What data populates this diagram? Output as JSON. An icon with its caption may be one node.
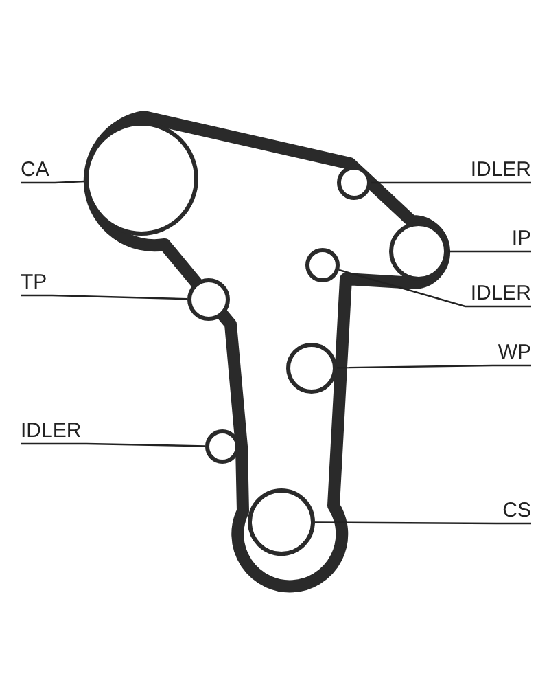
{
  "diagram": {
    "nodes": [
      {
        "text": [
          "CA"
        ]
      },
      {
        "text": [],
        "shape": "circle"
      },
      {
        "text": [
          "IDLER"
        ]
      },
      {
        "text": [],
        "shape": "circle"
      },
      {
        "text": [
          "IP"
        ]
      },
      {
        "text": [],
        "shape": "circle"
      },
      {
        "text": [
          "TP"
        ]
      },
      {
        "text": [],
        "shape": "circle"
      },
      {
        "text": [
          "IDLER"
        ]
      },
      {
        "text": [],
        "shape": "circle"
      },
      {
        "text": [
          "WP"
        ]
      },
      {
        "text": [],
        "shape": "circle"
      },
      {
        "text": [
          "IDLER"
        ]
      },
      {
        "text": [],
        "shape": "circle"
      },
      {
        "text": [
          "CS"
        ]
      },
      {
        "text": [],
        "shape": "circle"
      }
    ],
    "edges": [
      {
        "from": 0,
        "to": 1,
        "arrow": "none"
      },
      {
        "from": 2,
        "to": 3,
        "arrow": "none"
      },
      {
        "from": 4,
        "to": 5,
        "arrow": "none"
      },
      {
        "from": 6,
        "to": 7,
        "arrow": "none"
      },
      {
        "from": 8,
        "to": 9,
        "arrow": "none"
      },
      {
        "from": 10,
        "to": 11,
        "arrow": "none"
      },
      {
        "from": 12,
        "to": 13,
        "arrow": "none"
      },
      {
        "from": 14,
        "to": 15,
        "arrow": "none"
      }
    ]
  }
}
